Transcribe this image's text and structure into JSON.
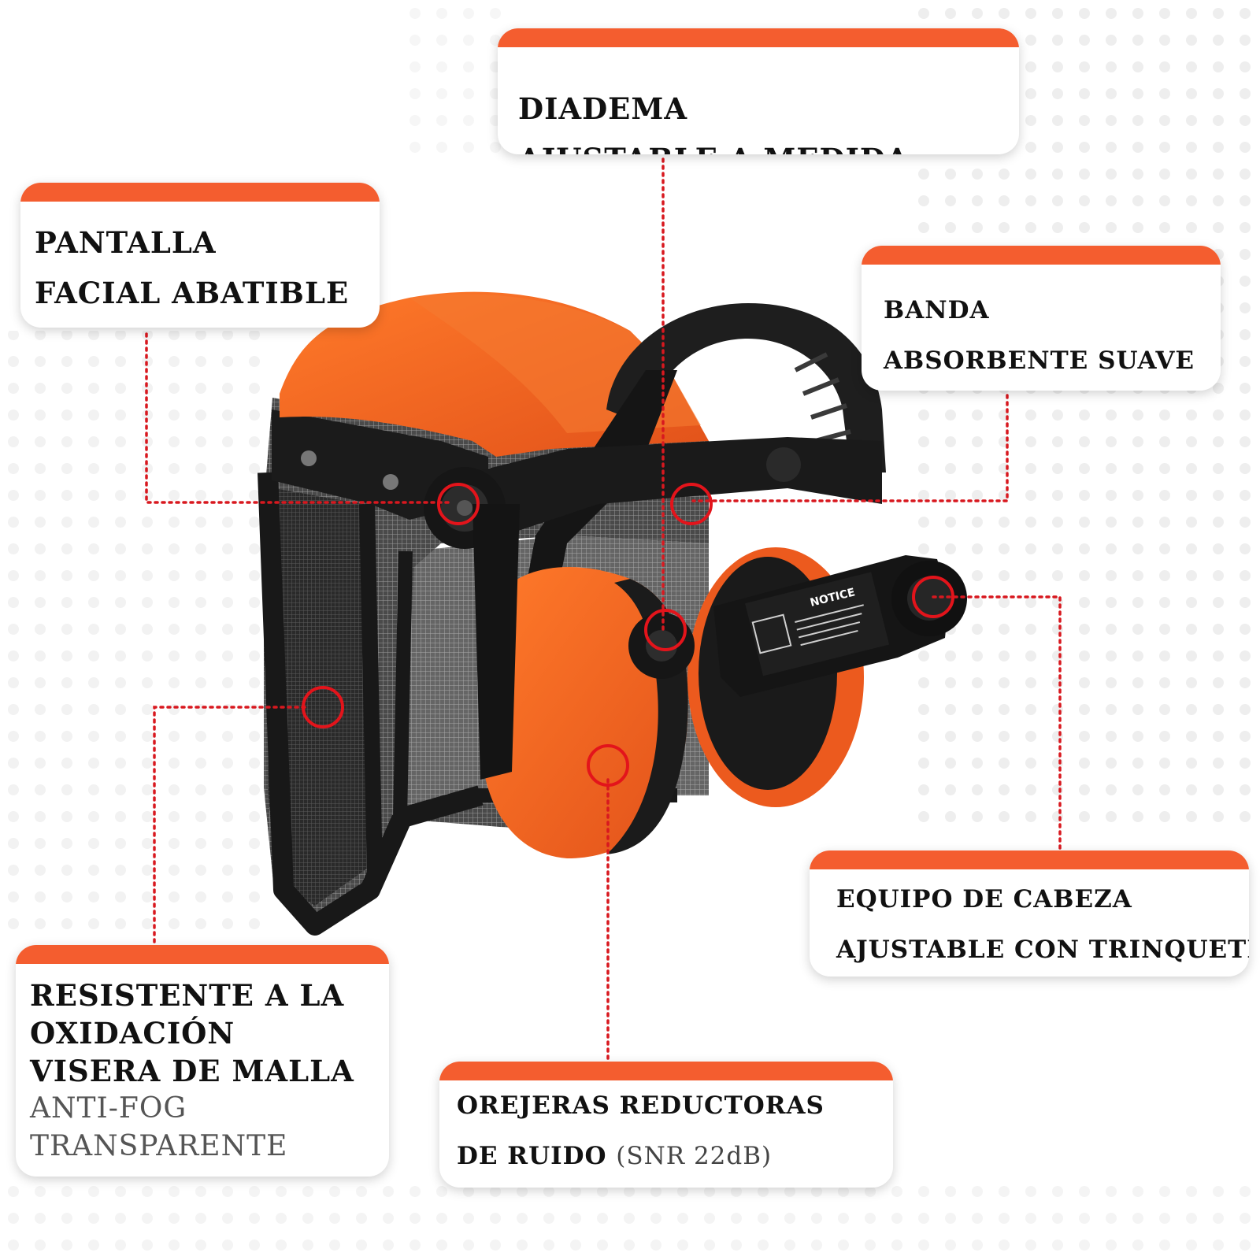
{
  "callouts": {
    "diadema": {
      "line1": "DIADEMA",
      "line2": "AJUSTABLE A MEDIDA"
    },
    "pantalla": {
      "line1": "PANTALLA",
      "line2": "FACIAL ABATIBLE"
    },
    "banda": {
      "line1": "BANDA",
      "line2": "ABSORBENTE SUAVE"
    },
    "equipo": {
      "line1": "EQUIPO DE CABEZA",
      "line2": "AJUSTABLE CON TRINQUETE"
    },
    "resistente": {
      "line1": "RESISTENTE A LA",
      "line2": "OXIDACIÓN",
      "line3": "VISERA DE MALLA",
      "line4": "ANTI-FOG",
      "line5": "TRANSPARENTE"
    },
    "orejeras": {
      "line1": "OREJERAS REDUCTORAS",
      "line2_main": "DE RUIDO",
      "line2_note": "(SNR 22dB)"
    }
  },
  "product_label": {
    "notice": "NOTICE"
  },
  "colors": {
    "accent": "#f45d2f",
    "shell_orange": "#f26a21",
    "dark": "#1a1a1a",
    "marker": "#e3141b"
  }
}
